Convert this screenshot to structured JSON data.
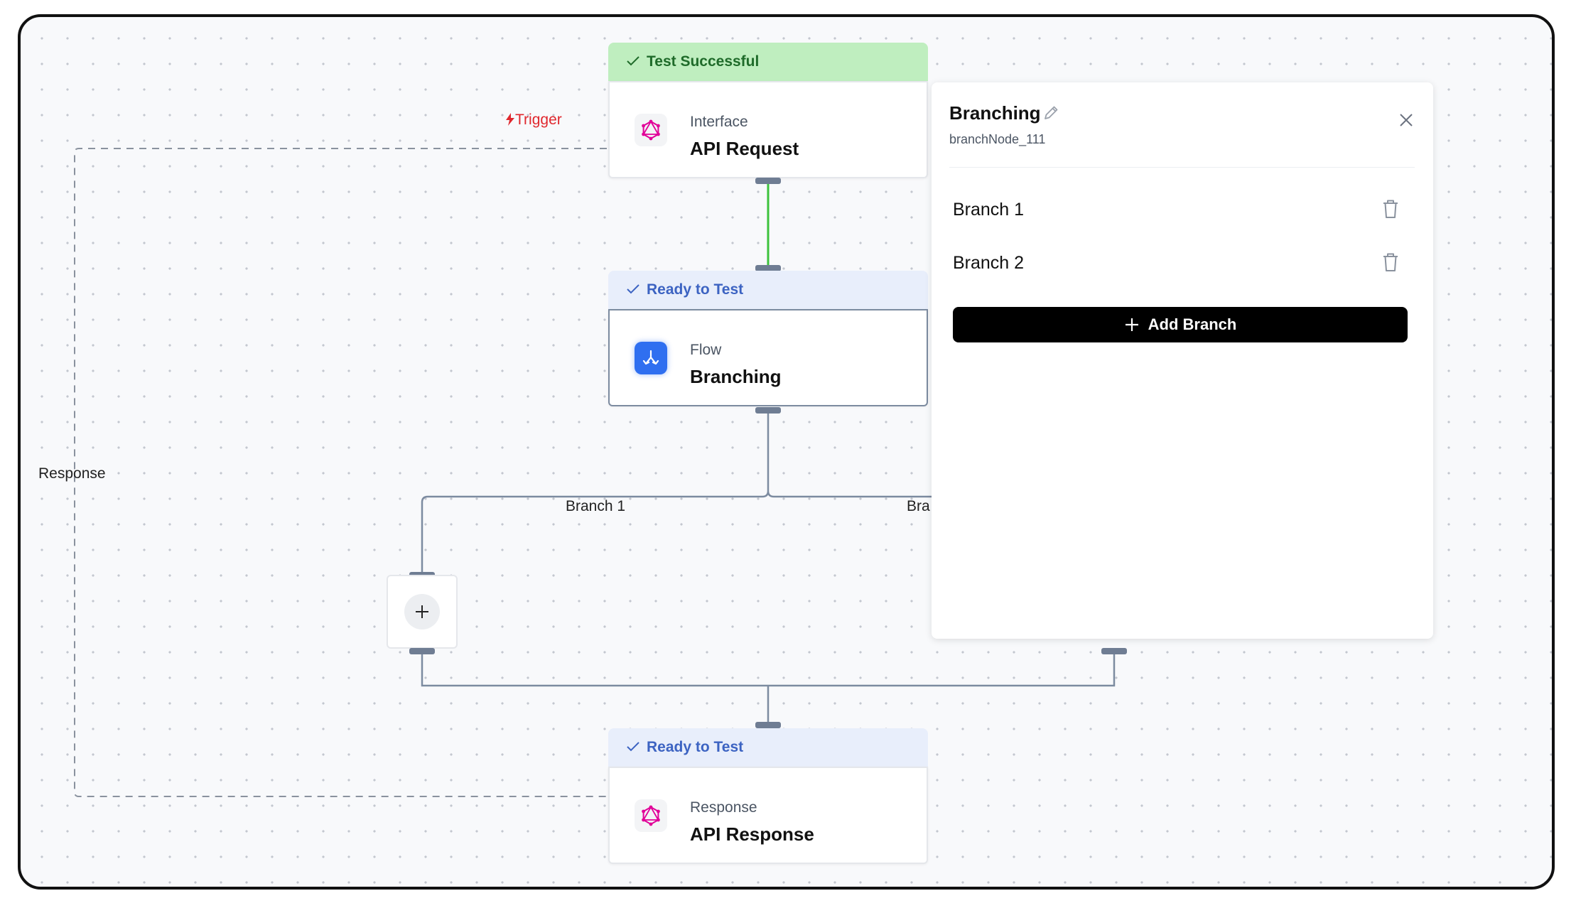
{
  "canvas": {
    "edges": {
      "trigger_label": "Trigger",
      "response_label": "Response",
      "branch1_label": "Branch 1",
      "branch2_label": "Bra"
    }
  },
  "nodes": {
    "interface": {
      "status": "Test Successful",
      "type": "Interface",
      "name": "API Request",
      "icon": "graphql-icon"
    },
    "flow": {
      "status": "Ready to Test",
      "type": "Flow",
      "name": "Branching",
      "icon": "branch-icon"
    },
    "response": {
      "status": "Ready to Test",
      "type": "Response",
      "name": "API Response",
      "icon": "graphql-icon"
    }
  },
  "panel": {
    "title": "Branching",
    "subtitle": "branchNode_111",
    "branches": [
      {
        "label": "Branch 1"
      },
      {
        "label": "Branch 2"
      }
    ],
    "add_button": "Add Branch"
  },
  "colors": {
    "success_bg": "#bfeebf",
    "success_text": "#1f6b2a",
    "ready_bg": "#e8eefb",
    "ready_text": "#3c63c2",
    "connector": "#6f7d93",
    "success_edge": "#3cc23c",
    "trigger": "#e0282e",
    "flow_icon": "#2f6ff0",
    "graphql_icon": "#e10098"
  }
}
